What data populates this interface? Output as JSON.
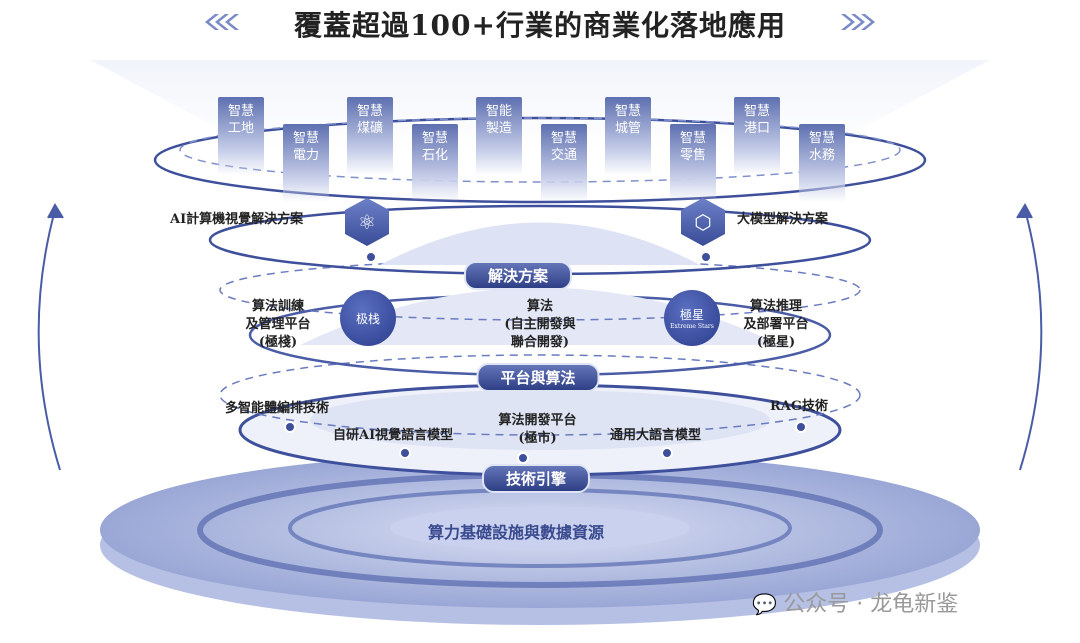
{
  "title": "覆蓋超過100+行業的商業化落地應用",
  "industries": [
    {
      "line1": "智慧",
      "line2": "工地"
    },
    {
      "line1": "智慧",
      "line2": "電力"
    },
    {
      "line1": "智慧",
      "line2": "煤礦"
    },
    {
      "line1": "智慧",
      "line2": "石化"
    },
    {
      "line1": "智能",
      "line2": "製造"
    },
    {
      "line1": "智慧",
      "line2": "交通"
    },
    {
      "line1": "智慧",
      "line2": "城管"
    },
    {
      "line1": "智慧",
      "line2": "零售"
    },
    {
      "line1": "智慧",
      "line2": "港口"
    },
    {
      "line1": "智慧",
      "line2": "水務"
    }
  ],
  "solutions": {
    "left": "AI計算機視覺解決方案",
    "right": "大模型解決方案",
    "layer_label": "解決方案"
  },
  "platform": {
    "left": {
      "line1": "算法訓練",
      "line2": "及管理平台",
      "line3": "(極棧)",
      "logo": "极栈"
    },
    "center": {
      "line1": "算法",
      "line2": "(自主開發與",
      "line3": "聯合開發)"
    },
    "right": {
      "line1": "算法推理",
      "line2": "及部署平台",
      "line3": "(極星)",
      "logo": "極星",
      "logo_sub": "Extreme Stars"
    },
    "layer_label": "平台與算法"
  },
  "tech": {
    "multi_agent": "多智能體編排技術",
    "rag": "RAG技術",
    "vlm": "自研AI視覺語言模型",
    "dev_platform_1": "算法開發平台",
    "dev_platform_2": "(極市)",
    "llm": "通用大語言模型",
    "layer_label": "技術引擎"
  },
  "base": "算力基礎設施與數據資源",
  "watermark": "公众号 · 龙龟新鉴",
  "colors": {
    "primary": "#3a4a8e",
    "accent": "#6475b8"
  }
}
